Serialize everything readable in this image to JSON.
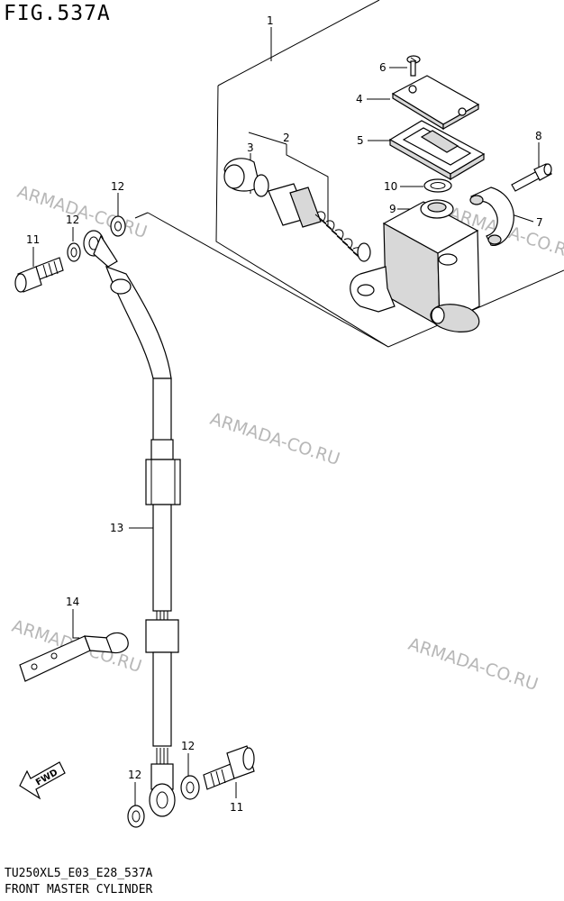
{
  "figure_title": "FIG.537A",
  "footer": {
    "code": "TU250XL5_E03_E28_537A",
    "name": "FRONT MASTER CYLINDER"
  },
  "watermark": "ARMADA-CO.RU",
  "direction_arrow": "FWD",
  "callouts": {
    "c1": "1",
    "c2": "2",
    "c3": "3",
    "c4": "4",
    "c5": "5",
    "c6": "6",
    "c7": "7",
    "c8": "8",
    "c9": "9",
    "c10": "10",
    "c11a": "11",
    "c11b": "11",
    "c12a": "12",
    "c12b": "12",
    "c12c": "12",
    "c12d": "12",
    "c13": "13",
    "c14": "14"
  }
}
